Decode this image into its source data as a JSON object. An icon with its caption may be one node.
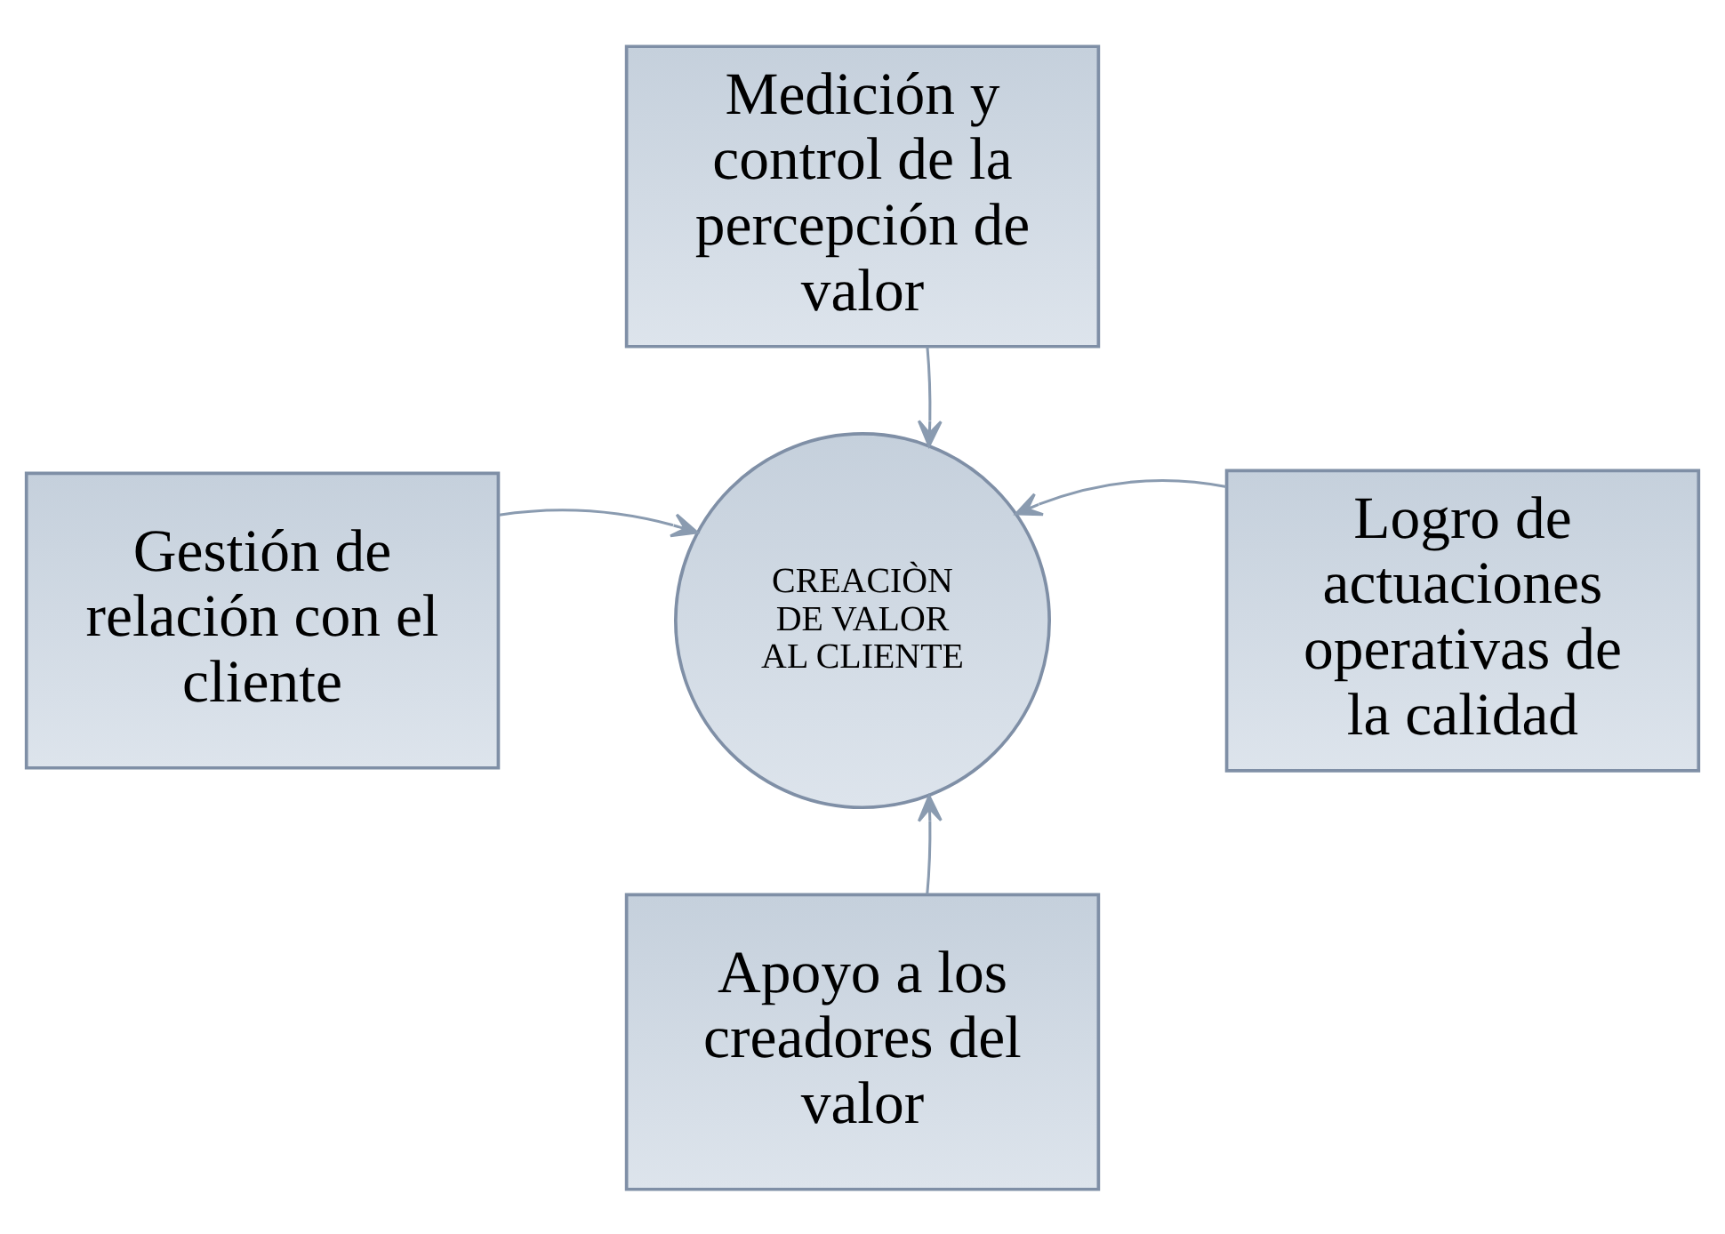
{
  "diagram": {
    "nodes": [
      {
        "text": [
          "Medición y control de la percepción de valor"
        ]
      },
      {
        "text": [
          "Gestión de relación con el cliente"
        ]
      },
      {
        "text": [
          "CREACIÒN DE VALOR AL CLIENTE"
        ]
      },
      {
        "text": [
          "Logro de actuaciones operativas de la calidad"
        ]
      },
      {
        "text": [
          "Apoyo a los creadores del valor"
        ]
      }
    ],
    "edges": [
      {
        "from": 0,
        "to": 2,
        "arrow": "to"
      },
      {
        "from": 1,
        "to": 2,
        "arrow": "to"
      },
      {
        "from": 3,
        "to": 2,
        "arrow": "to"
      },
      {
        "from": 4,
        "to": 2,
        "arrow": "to"
      }
    ]
  }
}
